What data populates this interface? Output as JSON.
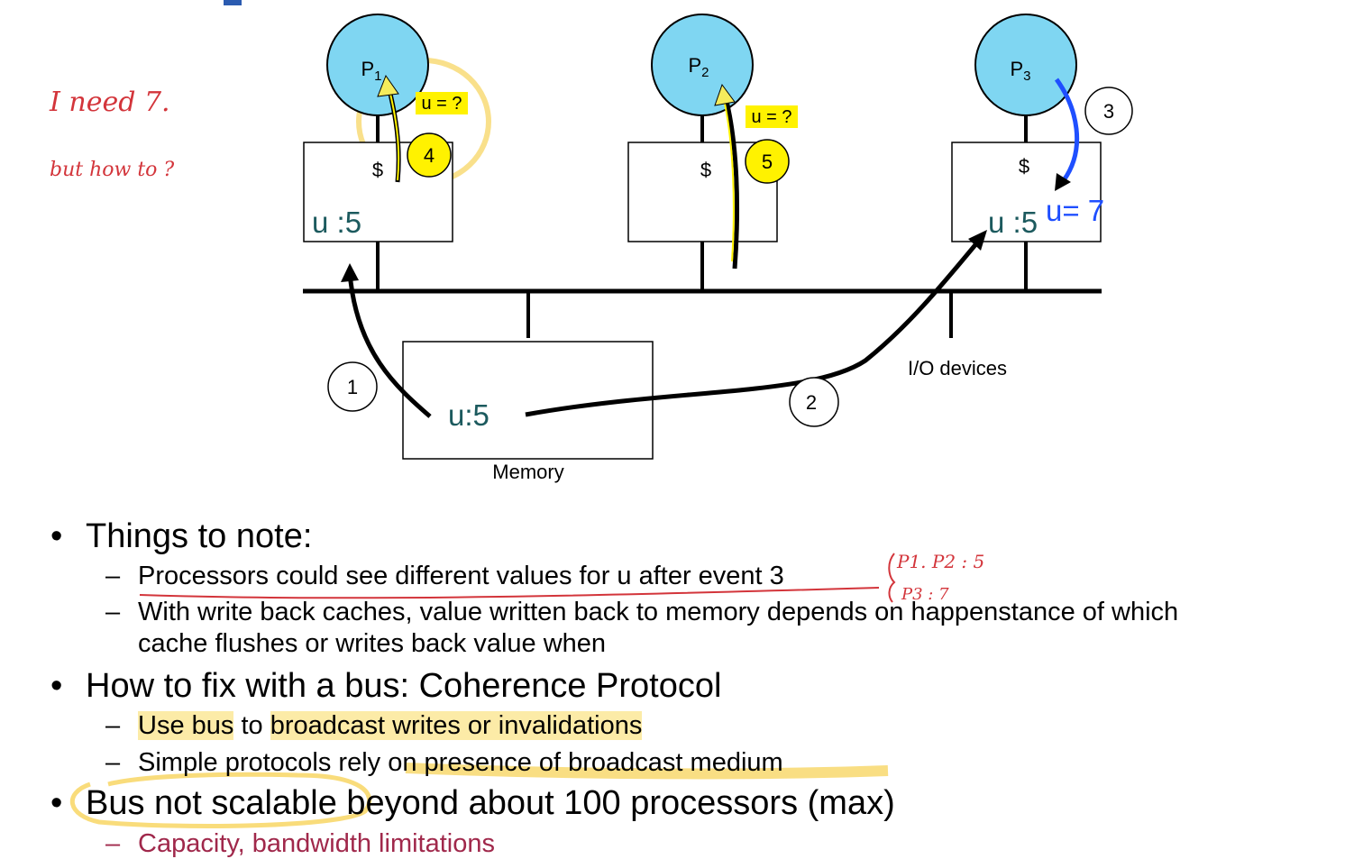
{
  "diagram": {
    "processors": [
      {
        "label": "P",
        "sub": "1",
        "cache_symbol": "$",
        "cache_value": "u :5",
        "query": "u = ?",
        "event": "4"
      },
      {
        "label": "P",
        "sub": "2",
        "cache_symbol": "$",
        "query": "u = ?",
        "event": "5"
      },
      {
        "label": "P",
        "sub": "3",
        "cache_symbol": "$",
        "cache_value": "u :5",
        "event": "3",
        "write": "u= 7"
      }
    ],
    "memory": {
      "label": "Memory",
      "value": "u:5"
    },
    "io": {
      "label": "I/O devices"
    },
    "events": [
      "1",
      "2"
    ]
  },
  "annotations": {
    "need": "I need 7.",
    "how": "but how to ?",
    "p1p2": "P1. P2 : 5",
    "p3": "P3 : 7"
  },
  "bullets": {
    "b1": "Things to note:",
    "b1a": "Processors could see different values for u after event 3",
    "b1b_line1": "With write back caches, value written back to memory depends on happenstance of which",
    "b1b_line2": "cache flushes or writes back value when",
    "b2": "How to fix with a bus: Coherence Protocol",
    "b2a_part1": "Use bus",
    "b2a_part2": " to ",
    "b2a_part3": "broadcast writes or invalidations",
    "b2b": "Simple protocols rely on presence of broadcast medium",
    "b3_part1": "Bus not scalable",
    "b3_part2": " beyond about 100 processors (max)",
    "b3a": "Capacity, bandwidth limitations"
  },
  "colors": {
    "processor_fill": "#7fd6f2",
    "yellow_marker": "#fff200",
    "highlighter": "#f7d35a",
    "pen_red": "#d3353b",
    "blue_write": "#1f4fff",
    "teal_text": "#1c5a5e",
    "sub_bullet_red": "#a0284b"
  }
}
